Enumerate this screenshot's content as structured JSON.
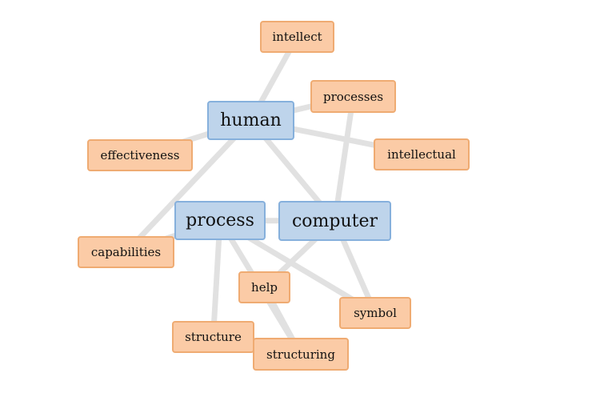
{
  "nodes": [
    {
      "id": "human",
      "label": "human",
      "kind": "primary"
    },
    {
      "id": "process",
      "label": "process",
      "kind": "primary"
    },
    {
      "id": "computer",
      "label": "computer",
      "kind": "primary"
    },
    {
      "id": "intellect",
      "label": "intellect",
      "kind": "secondary"
    },
    {
      "id": "processes",
      "label": "processes",
      "kind": "secondary"
    },
    {
      "id": "effectiveness",
      "label": "effectiveness",
      "kind": "secondary"
    },
    {
      "id": "intellectual",
      "label": "intellectual",
      "kind": "secondary"
    },
    {
      "id": "capabilities",
      "label": "capabilities",
      "kind": "secondary"
    },
    {
      "id": "help",
      "label": "help",
      "kind": "secondary"
    },
    {
      "id": "symbol",
      "label": "symbol",
      "kind": "secondary"
    },
    {
      "id": "structure",
      "label": "structure",
      "kind": "secondary"
    },
    {
      "id": "structuring",
      "label": "structuring",
      "kind": "secondary"
    }
  ],
  "edges": [
    [
      "human",
      "intellect"
    ],
    [
      "human",
      "processes"
    ],
    [
      "human",
      "effectiveness"
    ],
    [
      "human",
      "intellectual"
    ],
    [
      "human",
      "computer"
    ],
    [
      "human",
      "capabilities"
    ],
    [
      "processes",
      "computer"
    ],
    [
      "process",
      "computer"
    ],
    [
      "process",
      "capabilities"
    ],
    [
      "process",
      "structure"
    ],
    [
      "process",
      "structuring"
    ],
    [
      "process",
      "symbol"
    ],
    [
      "computer",
      "help"
    ],
    [
      "computer",
      "symbol"
    ],
    [
      "help",
      "structuring"
    ]
  ],
  "colors": {
    "primary_fill": "#bed4eb",
    "primary_border": "#86b0dc",
    "secondary_fill": "#fbcba6",
    "secondary_border": "#efab72",
    "edge": "#e1e1e1"
  }
}
